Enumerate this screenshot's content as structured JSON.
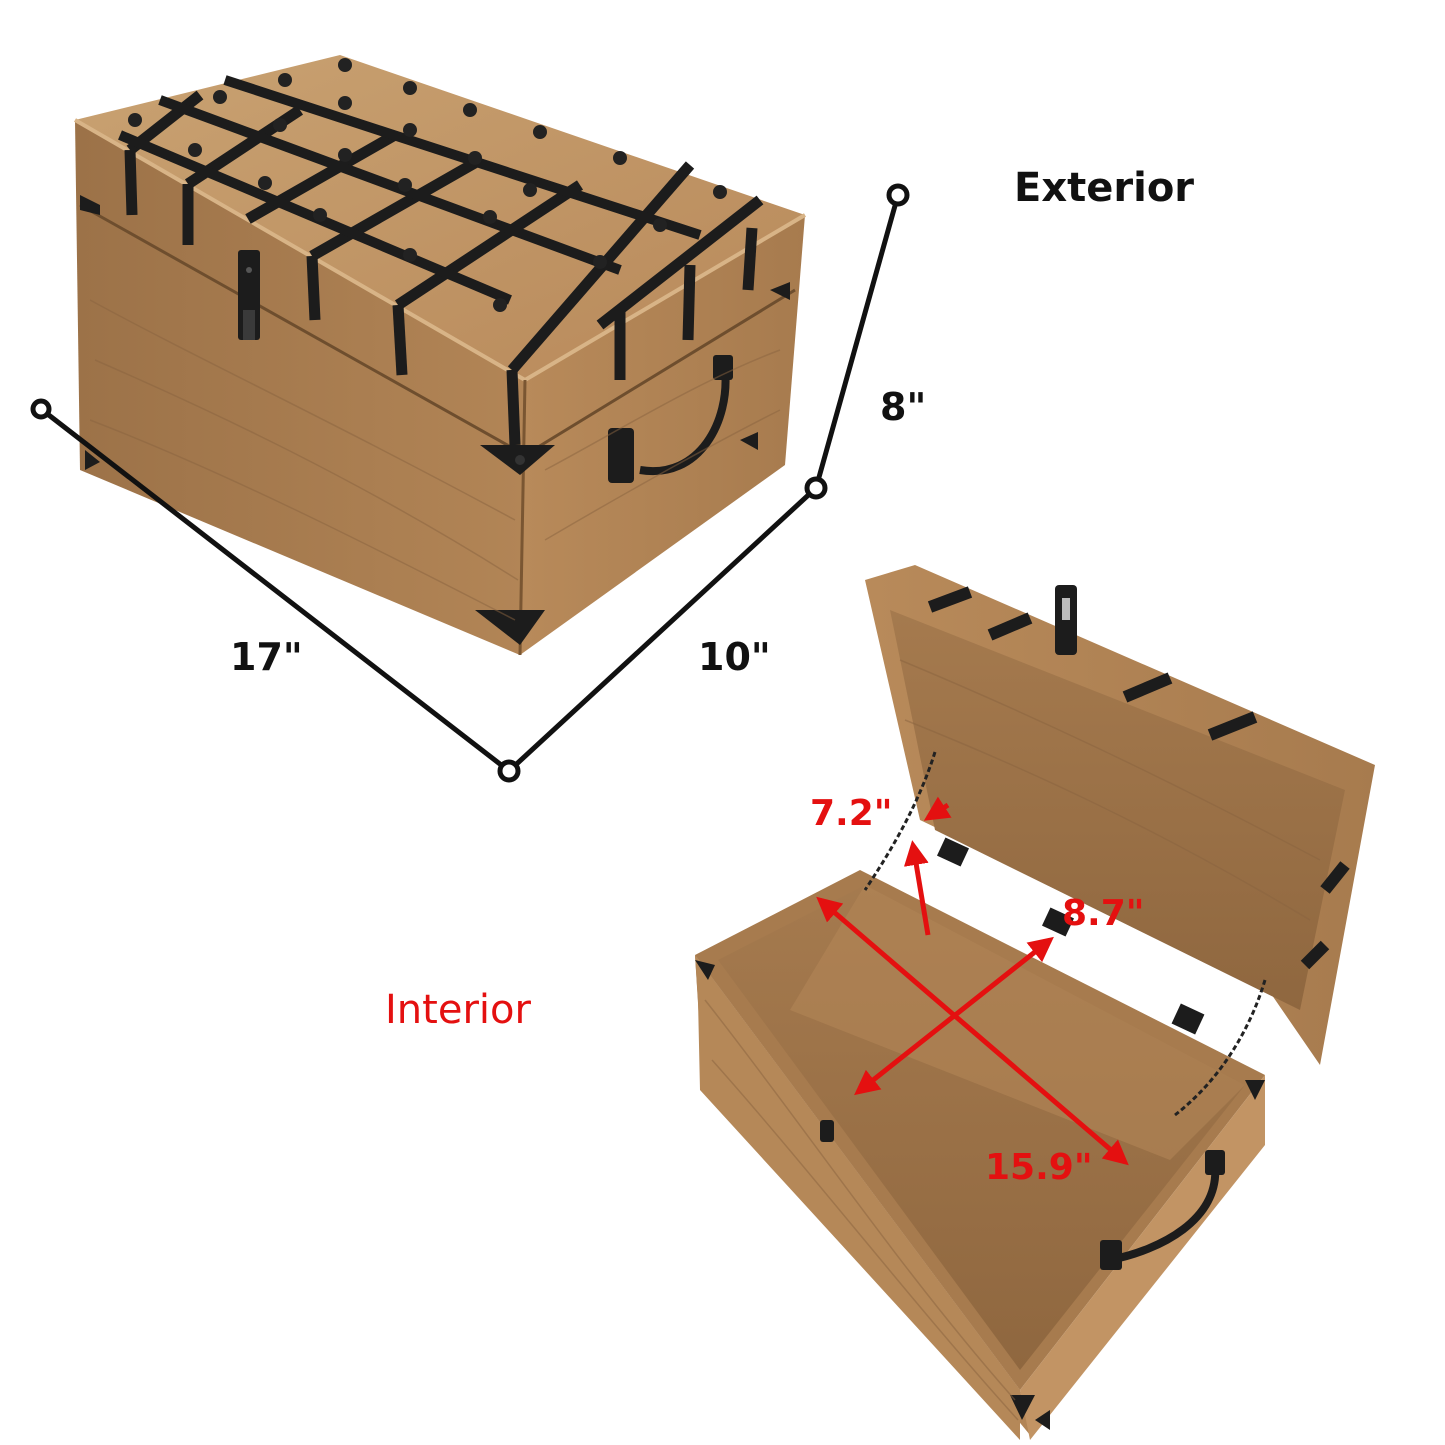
{
  "exterior": {
    "title": "Exterior",
    "length": "17\"",
    "width": "10\"",
    "height": "8\""
  },
  "interior": {
    "title": "Interior",
    "height": "7.2\"",
    "width": "8.7\"",
    "length": "15.9\""
  },
  "colors": {
    "wood_light": "#c49a6c",
    "wood_mid": "#a97c50",
    "wood_dark": "#8a6440",
    "iron": "#1c1c1c",
    "interior_accent": "#e41010",
    "dimension_line": "#111111"
  }
}
